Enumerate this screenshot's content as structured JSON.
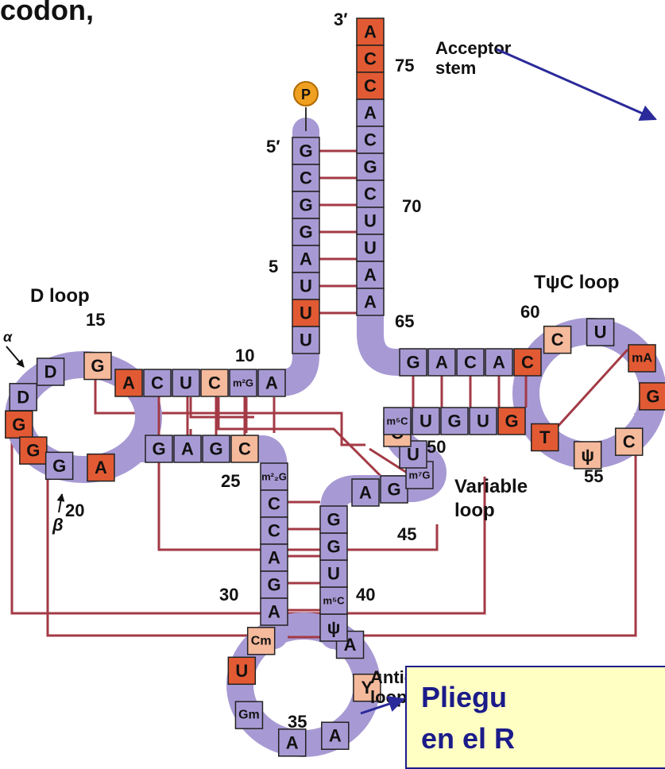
{
  "colors": {
    "purple": "#a79ad4",
    "orange": "#e25a33",
    "peach": "#f5b99b",
    "backbone": "#a79ad4",
    "link": "#a33a46",
    "arrow": "#2a2a9a",
    "callout_bg": "#ffffc4",
    "callout_text": "#1b1b8a",
    "phosphate": "#f0a020"
  },
  "header_fragment": "codon,",
  "labels": {
    "three_prime": "3′",
    "five_prime": "5′",
    "phosphate": "P",
    "acceptor_1": "Acceptor",
    "acceptor_2": "stem",
    "d_loop": "D loop",
    "tpsic_loop": "TψC loop",
    "variable_1": "Variable",
    "variable_2": "loop",
    "anticodon_1": "Anticodon",
    "anticodon_2": "loop",
    "alpha": "α",
    "beta": "β"
  },
  "numbers": {
    "n75": "75",
    "n70": "70",
    "n65": "65",
    "n60": "60",
    "n55": "55",
    "n50": "50",
    "n45": "45",
    "n40": "40",
    "n35": "35",
    "n30": "30",
    "n25": "25",
    "n20": "20",
    "n15": "15",
    "n10": "10",
    "n5": "5"
  },
  "callout": {
    "line1": "Pliegu",
    "line2": "en el R"
  },
  "bases": {
    "acceptor_3p": [
      "A",
      "C",
      "C",
      "A",
      "C",
      "G",
      "C",
      "U",
      "U",
      "A",
      "A"
    ],
    "acceptor_5p": [
      "G",
      "C",
      "G",
      "G",
      "A",
      "U",
      "U",
      "U"
    ],
    "d_stem_top": [
      "A",
      "C",
      "U",
      "C",
      "m²G",
      "A"
    ],
    "d_loop": [
      "G",
      "D",
      "D",
      "G",
      "G",
      "G",
      "A"
    ],
    "d_stem_bottom": [
      "G",
      "A",
      "G",
      "C"
    ],
    "anticodon_stem_left": [
      "m²₂G",
      "C",
      "C",
      "A",
      "G",
      "A"
    ],
    "anticodon_loop": [
      "Cm",
      "U",
      "Gm",
      "A",
      "A",
      "Y",
      "A"
    ],
    "anticodon_stem_right": [
      "ψ",
      "m⁵C",
      "U",
      "G",
      "G"
    ],
    "variable": [
      "A",
      "G",
      "m⁷G",
      "U",
      "C"
    ],
    "t_stem_bottom": [
      "m⁵C",
      "U",
      "G",
      "U",
      "G"
    ],
    "t_loop": [
      "T",
      "ψ",
      "C",
      "G",
      "mA",
      "U",
      "C"
    ],
    "t_stem_top": [
      "G",
      "A",
      "C",
      "A",
      "C"
    ]
  }
}
